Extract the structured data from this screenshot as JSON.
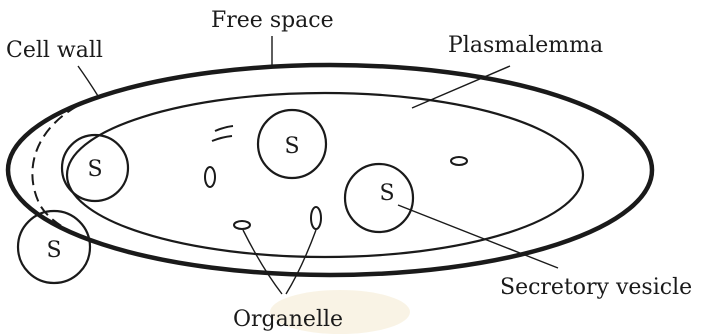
{
  "labels": {
    "cell_wall": "Cell wall",
    "free_space": "Free space",
    "plasmalemma": "Plasmalemma",
    "secretory_vesicle": "Secretory vesicle",
    "organelle": "Organelle",
    "s_marker": "S"
  },
  "colors": {
    "ink": "#1a1a1a",
    "background": "#ffffff"
  }
}
